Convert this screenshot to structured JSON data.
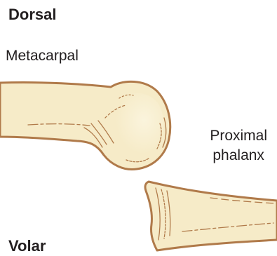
{
  "labels": {
    "dorsal": "Dorsal",
    "metacarpal": "Metacarpal",
    "proximal_phalanx_line1": "Proximal",
    "proximal_phalanx_line2": "phalanx",
    "volar": "Volar"
  },
  "colors": {
    "bone_fill": "#f6ebc8",
    "bone_highlight": "#fbf5df",
    "bone_outline": "#b07a4a",
    "text": "#231f20"
  }
}
